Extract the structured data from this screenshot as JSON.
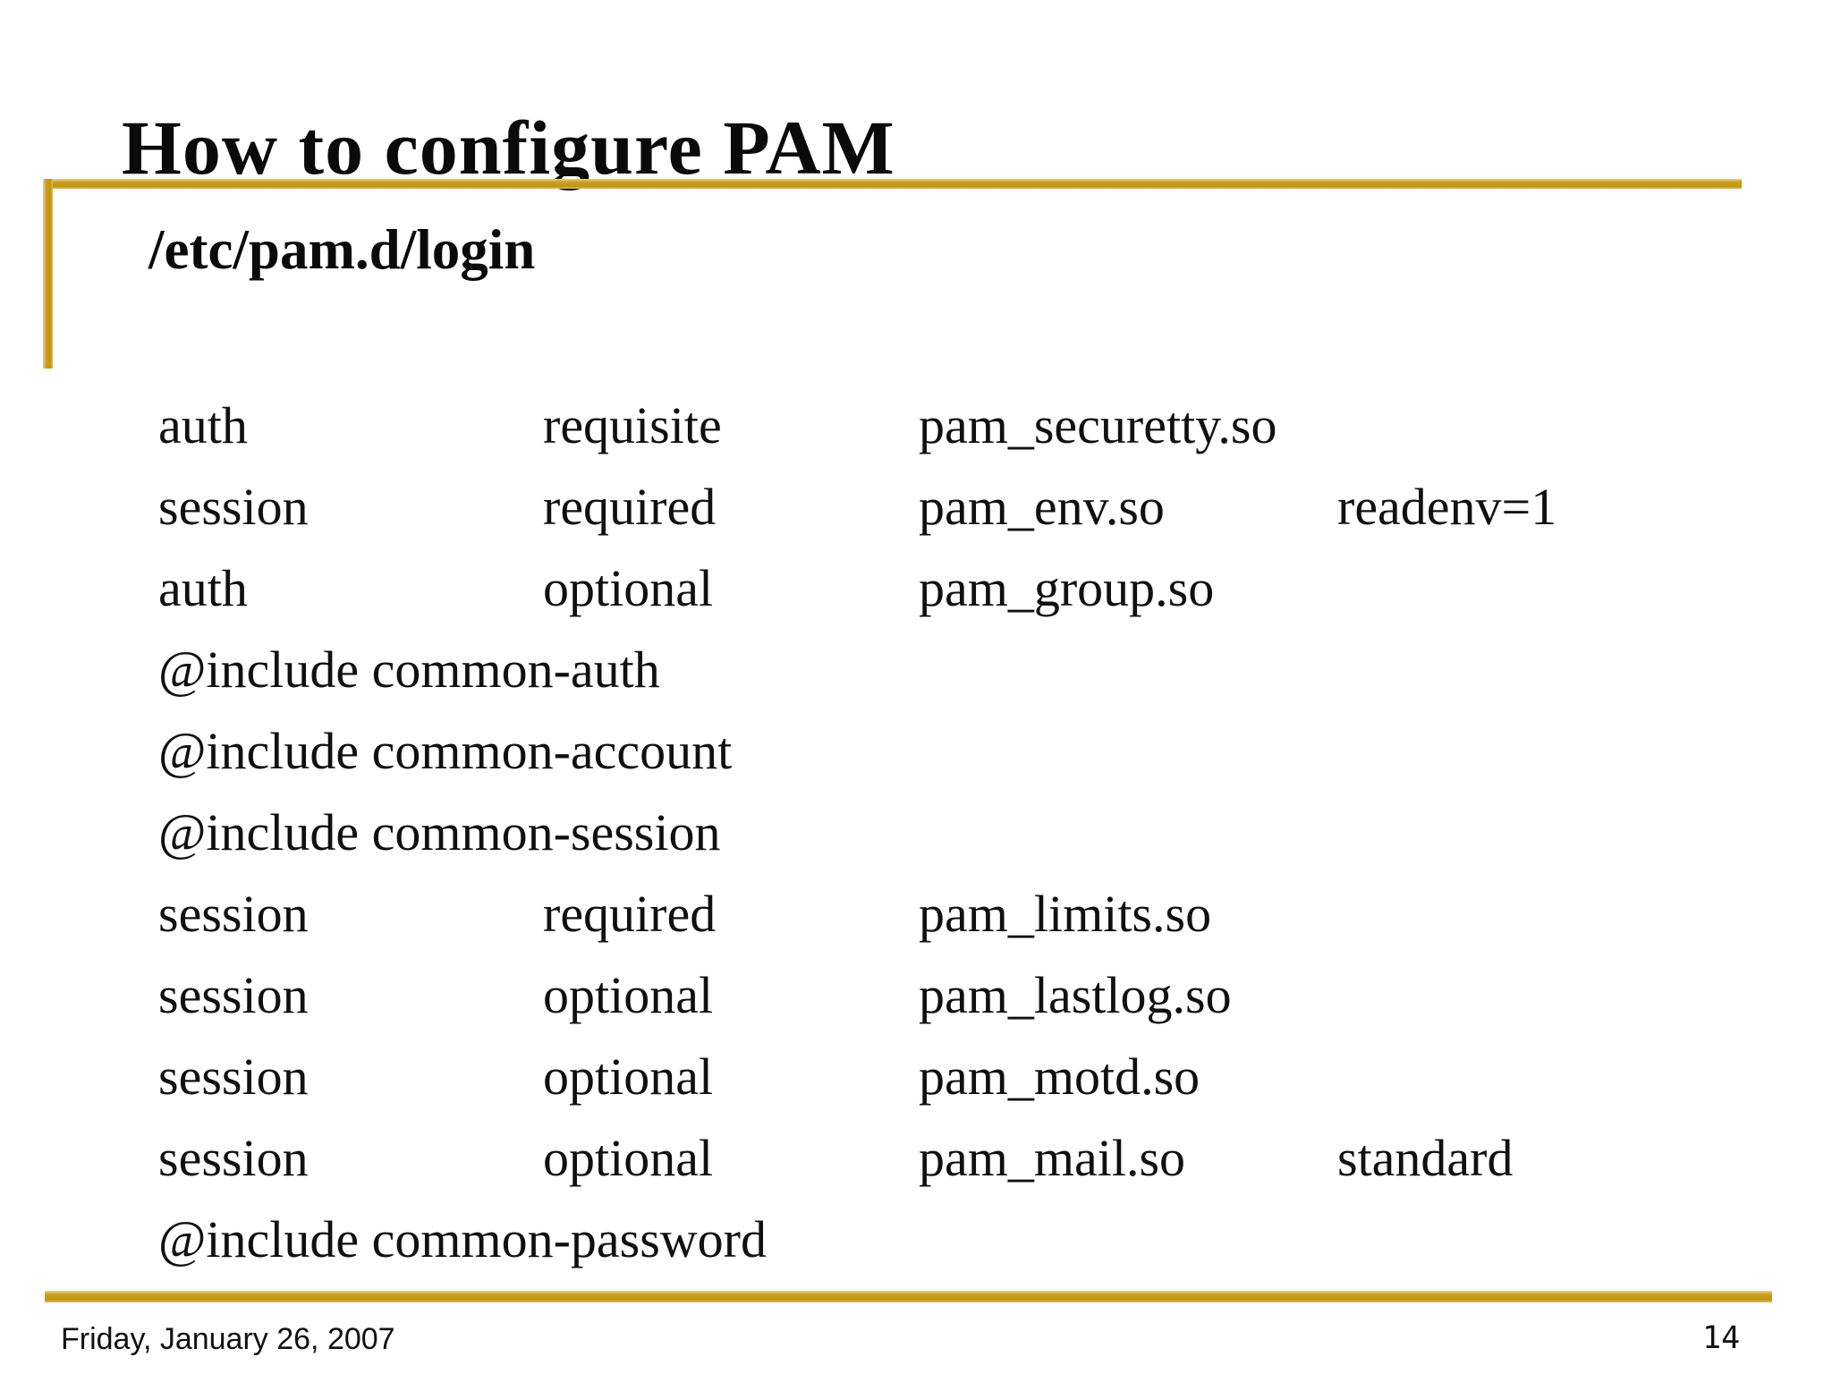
{
  "slide": {
    "title": "How to configure PAM",
    "accent_color": "#c9a125",
    "text_color": "#0a0a0a",
    "footer": {
      "date": "Friday, January 26, 2007",
      "page_number": "14"
    }
  },
  "pam_config": {
    "file_label": "/etc/pam.d/login",
    "lines": [
      {
        "type": "auth",
        "control": "requisite",
        "module": "pam_securetty.so",
        "argument": ""
      },
      {
        "type": "session",
        "control": "required",
        "module": "pam_env.so",
        "argument": "readenv=1"
      },
      {
        "type": "auth",
        "control": "optional",
        "module": "pam_group.so",
        "argument": ""
      },
      {
        "type": "@include common-auth",
        "control": "",
        "module": "",
        "argument": ""
      },
      {
        "type": "@include common-account",
        "control": "",
        "module": "",
        "argument": ""
      },
      {
        "type": "@include common-session",
        "control": "",
        "module": "",
        "argument": ""
      },
      {
        "type": "session",
        "control": "required",
        "module": "pam_limits.so",
        "argument": ""
      },
      {
        "type": "session",
        "control": "optional",
        "module": "pam_lastlog.so",
        "argument": ""
      },
      {
        "type": "session",
        "control": "optional",
        "module": "pam_motd.so",
        "argument": ""
      },
      {
        "type": "session",
        "control": "optional",
        "module": "pam_mail.so",
        "argument": "standard"
      },
      {
        "type": "@include common-password",
        "control": "",
        "module": "",
        "argument": ""
      }
    ]
  }
}
